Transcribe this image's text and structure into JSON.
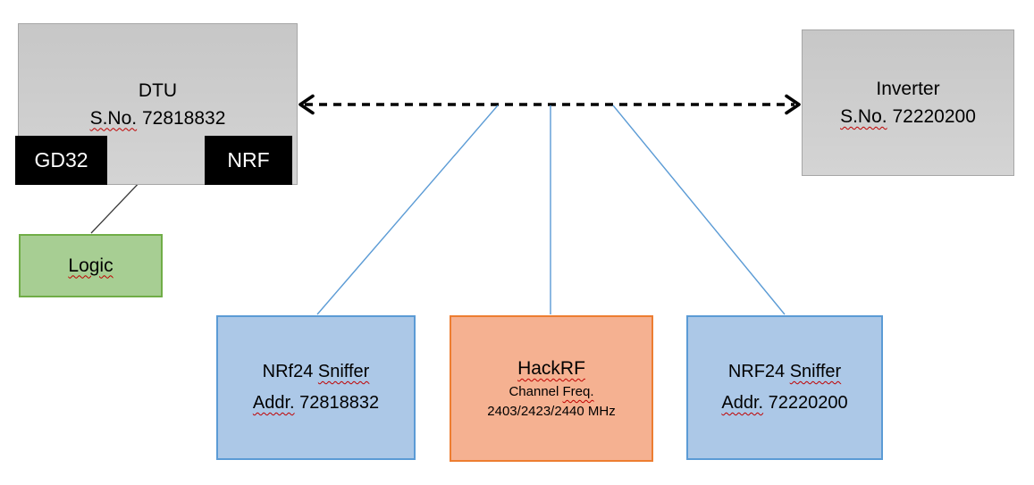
{
  "colors": {
    "box_gray_fill": "#CDCDCD",
    "box_gray_border": "#A6A6A6",
    "chip_black": "#000000",
    "logic_green_fill": "#A7CE93",
    "logic_green_border": "#70AD47",
    "sniffer_blue_fill": "#ACC8E7",
    "sniffer_blue_border": "#5B9BD5",
    "hackrf_orange_fill": "#F5B191",
    "hackrf_orange_border": "#ED7D31",
    "connector_blue": "#5B9BD5",
    "arrow_black": "#000000",
    "thin_line_dark": "#383838",
    "spellcheck_red": "#C00000"
  },
  "nodes": {
    "dtu": {
      "title": "DTU",
      "serial_label": "S.No.",
      "serial_number": " 72818832"
    },
    "inverter": {
      "title": "Inverter",
      "serial_label": "S.No.",
      "serial_number": " 72220200"
    },
    "gd32": {
      "label": "GD32"
    },
    "nrf": {
      "label": "NRF"
    },
    "logic": {
      "label": "Logic"
    },
    "sniffer1": {
      "brand": "NRf24 ",
      "word": "Sniffer",
      "addr_label": "Addr.",
      "addr_number": " 72818832"
    },
    "hackrf": {
      "title": "HackRF",
      "freq_label_plain": "Channel ",
      "freq_label_word": "Freq.",
      "frequencies": "2403/2423/2440 MHz"
    },
    "sniffer2": {
      "brand": "NRF24 ",
      "word": "Sniffer",
      "addr_label": "Addr.",
      "addr_number": " 72220200"
    }
  }
}
